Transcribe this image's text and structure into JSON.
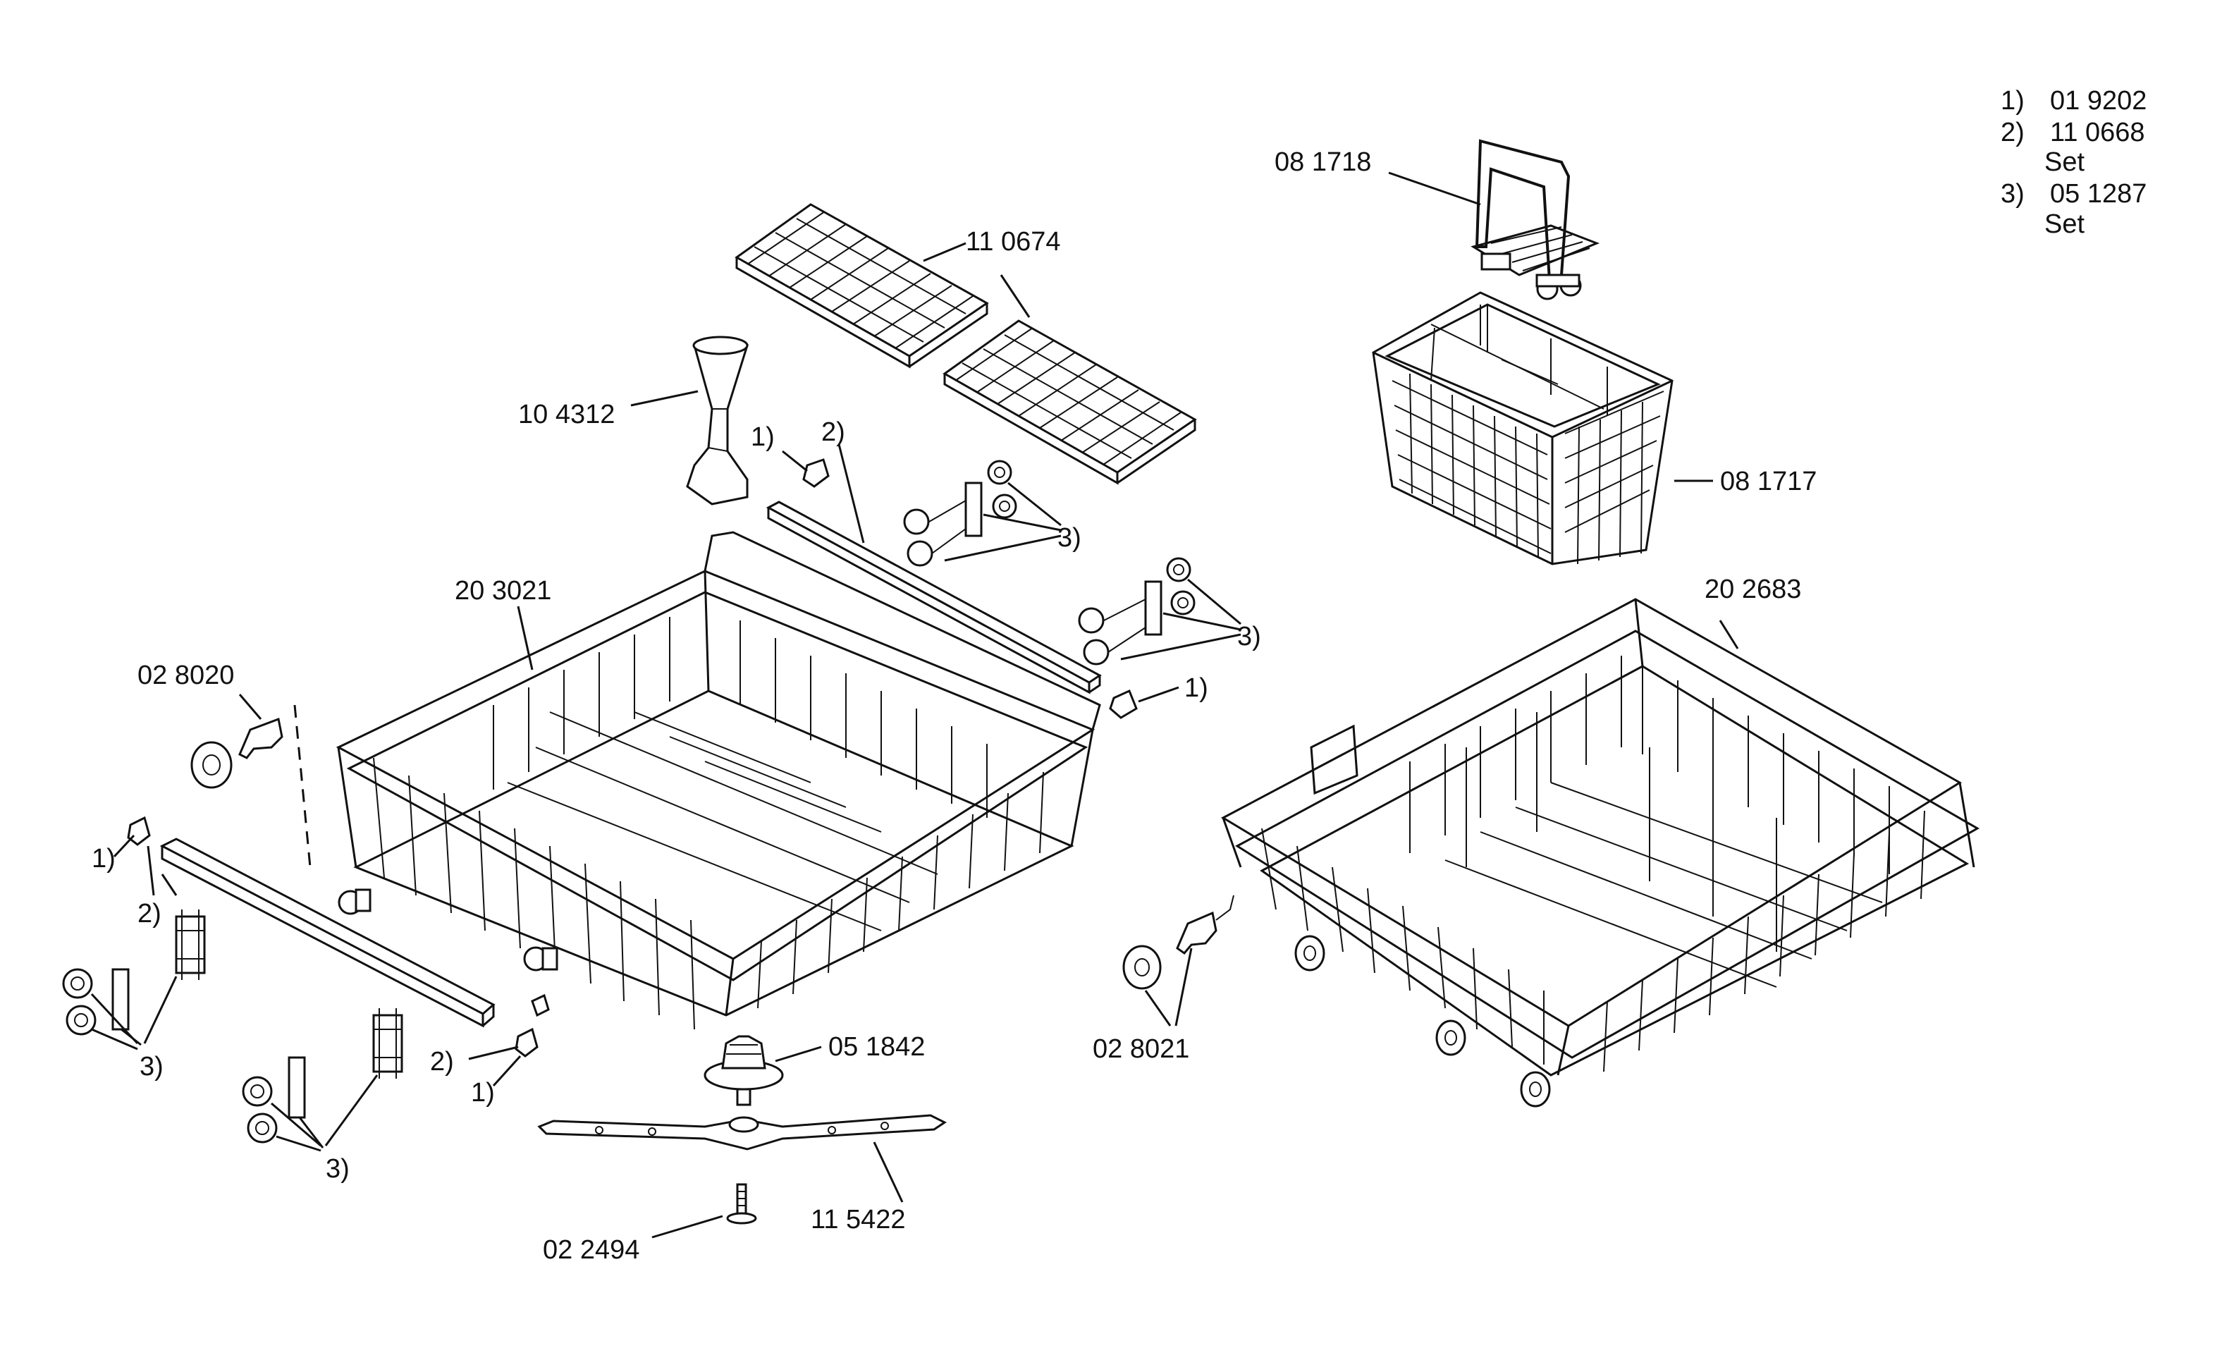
{
  "legend": {
    "items": [
      {
        "key": "1)",
        "code": "01  9202",
        "note": ""
      },
      {
        "key": "2)",
        "code": "11  0668",
        "note": "Set"
      },
      {
        "key": "3)",
        "code": "05  1287",
        "note": "Set"
      }
    ]
  },
  "parts": {
    "cutlery_handle": "08 1718",
    "cutlery_basket": "08 1717",
    "tine_rack": "11 0674",
    "funnel": "10 4312",
    "upper_basket": "20 3021",
    "lower_basket": "20 2683",
    "wheel_left": "02 8020",
    "wheel_right": "02 8021",
    "spray_hub": "05 1842",
    "spray_arm": "11 5422",
    "screw": "02 2494"
  },
  "refs": {
    "r1": "1)",
    "r2": "2)",
    "r3": "3)"
  }
}
